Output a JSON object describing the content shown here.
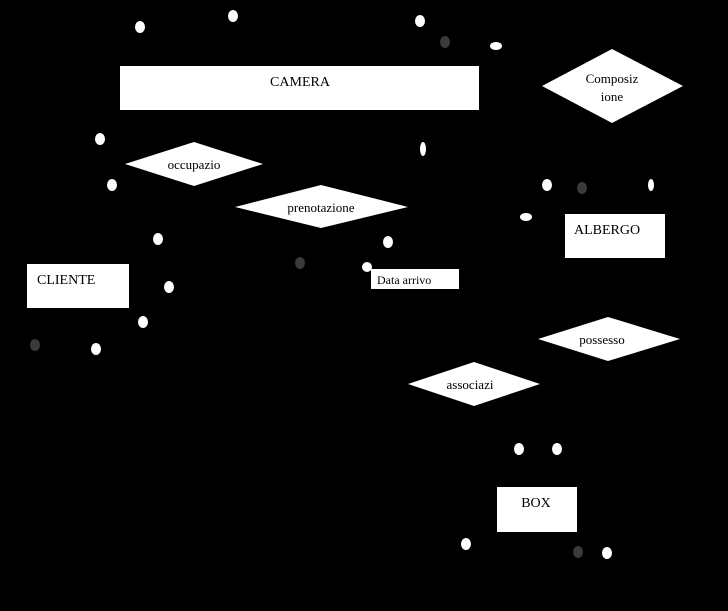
{
  "colors": {
    "background": "#000000",
    "shape_fill": "#ffffff",
    "attribute_dot": "#ffffff",
    "key_dot": "#3a3a3a"
  },
  "entities": {
    "camera": "CAMERA",
    "albergo": "ALBERGO",
    "cliente": "CLIENTE",
    "box": "BOX"
  },
  "relationships": {
    "composizione_line1": "Composiz",
    "composizione_line2": "ione",
    "occupazio": "occupazio",
    "prenotazione": "prenotazione",
    "possesso": "possesso",
    "associazi": "associazi"
  },
  "attributes": {
    "data_arrivo": "Data arrivo"
  }
}
